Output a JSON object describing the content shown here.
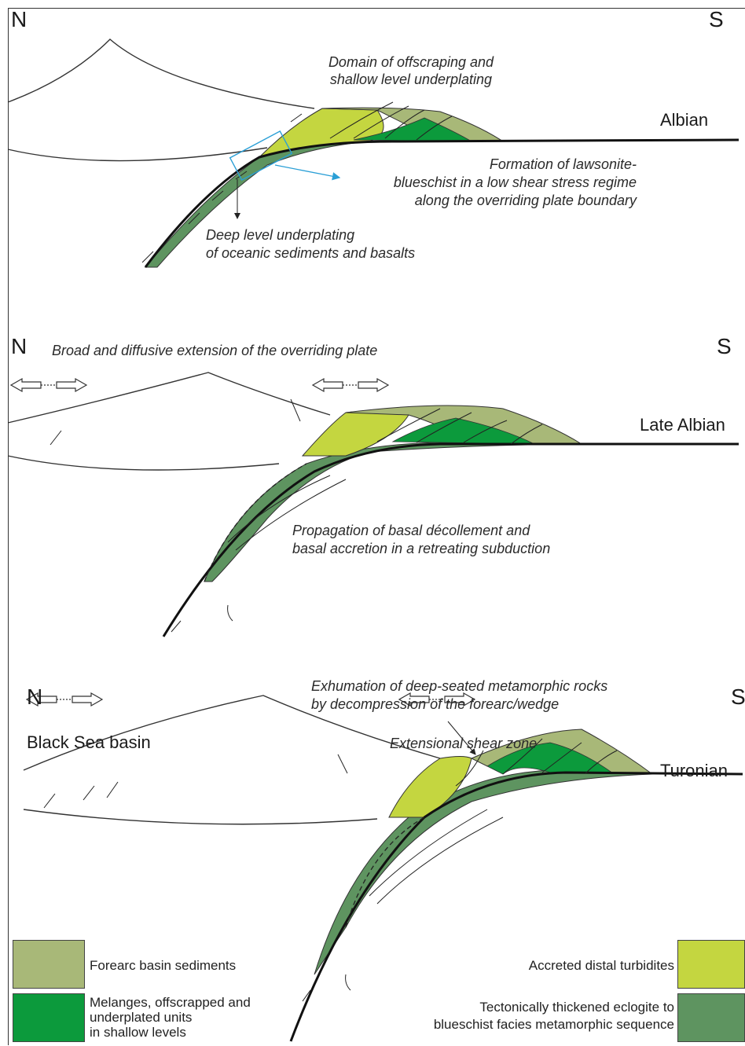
{
  "panels": [
    {
      "north": "N",
      "south": "S",
      "stage": "Albian",
      "notes": {
        "offscraping": [
          "Domain of offscraping and",
          "shallow level underplating"
        ],
        "lawsonite": [
          "Formation of lawsonite-",
          "blueschist in a low shear stress regime",
          "along the overriding plate boundary"
        ],
        "deep": [
          "Deep level underplating",
          "of oceanic sediments and basalts"
        ]
      }
    },
    {
      "north": "N",
      "south": "S",
      "stage": "Late Albian",
      "notes": {
        "extension": "Broad and diffusive extension of the overriding plate",
        "propagation": [
          "Propagation of basal décollement and",
          "basal accretion in a retreating subduction"
        ]
      }
    },
    {
      "north": "N",
      "south": "S",
      "stage": "Turonian",
      "notes": {
        "basin": "Black Sea basin",
        "exhumation": [
          "Exhumation of deep-seated metamorphic rocks",
          "by decompression of the forearc/wedge"
        ],
        "shear_zone": "Extensional shear zone"
      }
    }
  ],
  "legend": [
    {
      "label": [
        "Forearc basin sediments"
      ],
      "color": "#a8b878"
    },
    {
      "label": [
        "Melanges, offscrapped and",
        "underplated units",
        "in shallow levels"
      ],
      "color": "#0c9a3c"
    },
    {
      "label": [
        "Accreted distal turbidites"
      ],
      "color": "#c4d640"
    },
    {
      "label": [
        "Tectonically thickened eclogite to",
        "blueschist facies metamorphic sequence"
      ],
      "color": "#5e9460"
    }
  ],
  "colors": {
    "forearc": "#a8b878",
    "melange": "#0c9a3c",
    "turbidite": "#c4d640",
    "eclogite": "#5e9460",
    "annotation_arrow": "#2a9fd6"
  }
}
